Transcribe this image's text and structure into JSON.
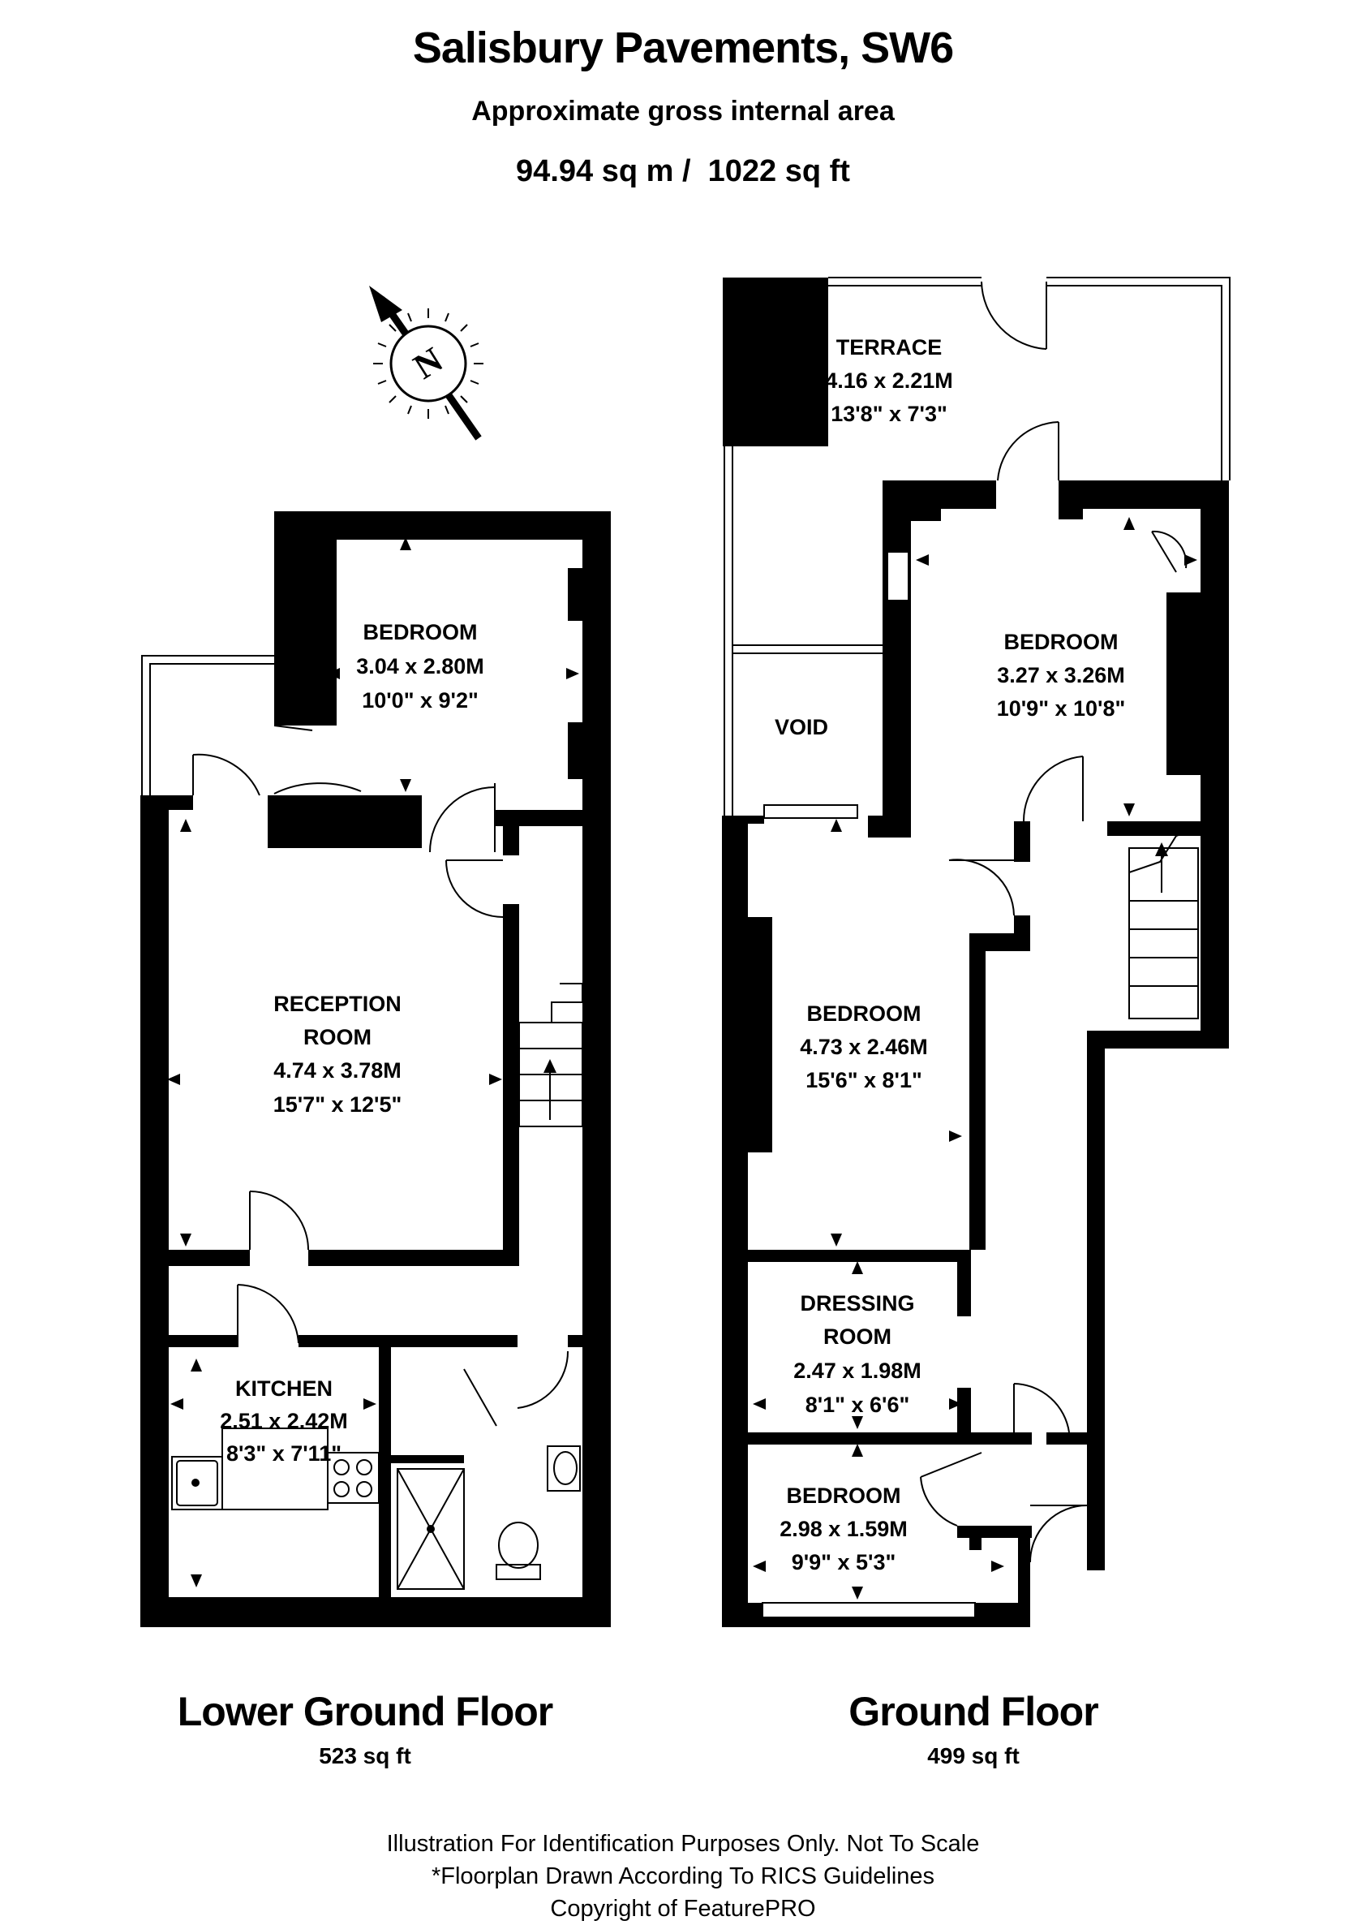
{
  "header": {
    "title": "Salisbury Pavements, SW6",
    "subtitle": "Approximate gross internal area",
    "area": "94.94 sq m /  1022 sq ft"
  },
  "compass": {
    "letter": "N",
    "icon": "north-compass-icon"
  },
  "rooms": {
    "lower_bedroom": {
      "name": "BEDROOM",
      "metric": "3.04 x 2.80M",
      "imperial": "10'0\" x 9'2\""
    },
    "reception": {
      "name1": "RECEPTION",
      "name2": "ROOM",
      "metric": "4.74 x 3.78M",
      "imperial": "15'7\" x 12'5\""
    },
    "kitchen": {
      "name": "KITCHEN",
      "metric": "2.51 x 2.42M",
      "imperial": "8'3\" x 7'11\""
    },
    "terrace": {
      "name": "TERRACE",
      "metric": "4.16 x 2.21M",
      "imperial": "13'8\" x 7'3\""
    },
    "void": {
      "name": "VOID"
    },
    "ground_bedroom_1": {
      "name": "BEDROOM",
      "metric": "3.27 x 3.26M",
      "imperial": "10'9\" x 10'8\""
    },
    "ground_bedroom_2": {
      "name": "BEDROOM",
      "metric": "4.73 x 2.46M",
      "imperial": "15'6\" x 8'1\""
    },
    "dressing": {
      "name1": "DRESSING",
      "name2": "ROOM",
      "metric": "2.47 x 1.98M",
      "imperial": "8'1\" x 6'6\""
    },
    "ground_bedroom_3": {
      "name": "BEDROOM",
      "metric": "2.98 x 1.59M",
      "imperial": "9'9\" x 5'3\""
    }
  },
  "floors": {
    "lower": {
      "name": "Lower Ground Floor",
      "area": "523 sq ft"
    },
    "ground": {
      "name": "Ground Floor",
      "area": "499 sq ft"
    }
  },
  "footer": {
    "line1": "Illustration For Identification Purposes Only. Not To Scale",
    "line2": "*Floorplan Drawn According To RICS Guidelines",
    "line3": "Copyright of FeaturePRO"
  },
  "colors": {
    "wall": "#000000",
    "background": "#ffffff",
    "line": "#000000"
  }
}
